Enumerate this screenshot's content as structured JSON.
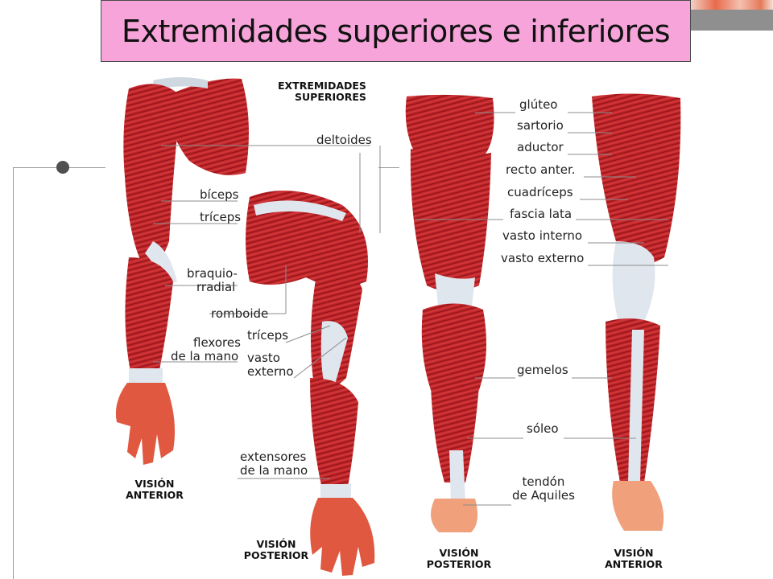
{
  "title": "Extremidades superiores e inferiores",
  "upper": {
    "heading_line1": "EXTREMIDADES",
    "heading_line2": "SUPERIORES",
    "labels": {
      "deltoides": "deltoides",
      "biceps": "bíceps",
      "triceps": "tríceps",
      "braquio_line1": "braquio-",
      "braquio_line2": "rradial",
      "romboide": "romboide",
      "flexores_line1": "flexores",
      "flexores_line2": "de la mano",
      "triceps2": "tríceps",
      "vasto_line1": "vasto",
      "vasto_line2": "externo",
      "extensores_line1": "extensores",
      "extensores_line2": "de la mano"
    },
    "view_anterior_line1": "VISIÓN",
    "view_anterior_line2": "ANTERIOR",
    "view_posterior_line1": "VISIÓN",
    "view_posterior_line2": "POSTERIOR"
  },
  "lower": {
    "labels": {
      "gluteo": "glúteo",
      "sartorio": "sartorio",
      "aductor": "aductor",
      "recto": "recto anter.",
      "cuadriceps": "cuadríceps",
      "fascia": "fascia lata",
      "vasto_interno": "vasto interno",
      "vasto_externo": "vasto externo",
      "gemelos": "gemelos",
      "soleo": "sóleo",
      "tendon_line1": "tendón",
      "tendon_line2": "de Aquiles"
    },
    "view_posterior_line1": "VISIÓN",
    "view_posterior_line2": "POSTERIOR",
    "view_anterior_line1": "VISIÓN",
    "view_anterior_line2": "ANTERIOR"
  },
  "colors": {
    "title_bg": "#f6a4d9",
    "muscle": "#c8242a",
    "muscle_light": "#e0484a",
    "tendon": "#dfe6ee",
    "skin": "#f0a07a"
  }
}
